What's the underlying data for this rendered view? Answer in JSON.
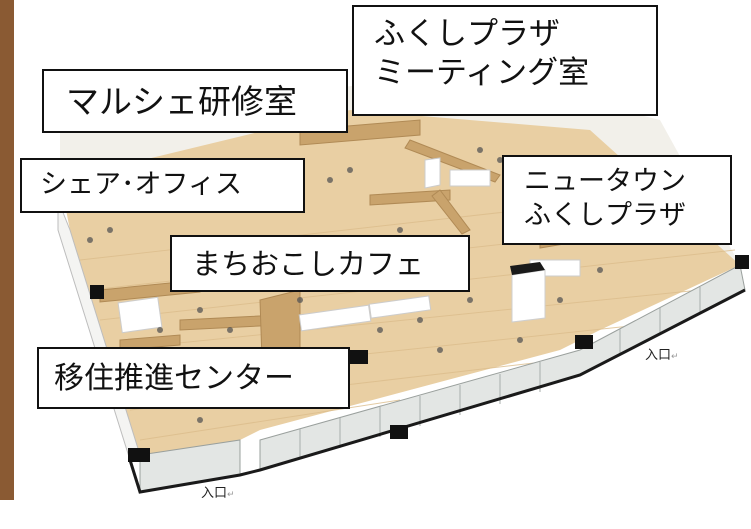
{
  "labels": {
    "marche_room": "マルシェ研修室",
    "plaza_meeting_line1": "ふくしプラザ",
    "plaza_meeting_line2": "ミーティング室",
    "share_office": "シェア･オフィス",
    "newtown_line1": "ニュータウン",
    "newtown_line2": "ふくしプラザ",
    "machiokoshi_cafe": "まちおこしカフェ",
    "iju_center": "移住推進センター"
  },
  "entrances": {
    "right": "入口",
    "left": "入口",
    "mark": "↵"
  },
  "colors": {
    "floor": "#e9cfa3",
    "floor_shade": "#d9b985",
    "wall": "#f4f4f2",
    "glass": "#e3e6e4",
    "outline": "#1a1a1a",
    "left_strip": "#8a5a33"
  }
}
